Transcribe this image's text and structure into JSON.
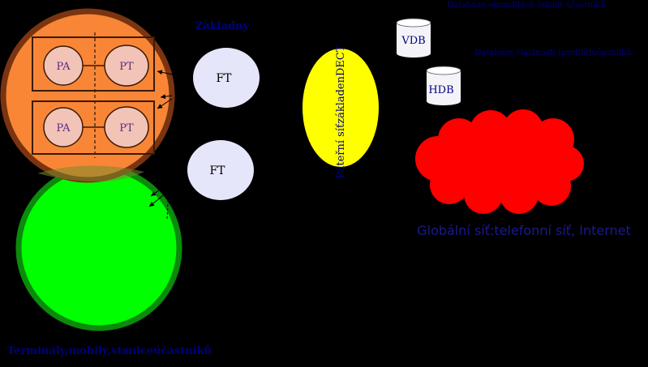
{
  "labels": {
    "top_heading": "Základny",
    "ft_upper": "FT",
    "ft_lower": "FT",
    "backbone": "Páteřní síťzákladenDECT",
    "vdb": "VDB",
    "vdb_caption": "Databáze okamžitých lokalit účastníků",
    "hdb": "HDB",
    "hdb_caption": "Databáze vlastností (profilů)účastníků",
    "global_network": "Globální síť:telefonní síť, Internet",
    "terminals_caption": "Terminály,mobily,staniceúčastníků",
    "pa_top": "PA",
    "pt_top": "PT",
    "pa_bottom": "PA",
    "pt_bottom": "PT"
  },
  "colors": {
    "background": "#000000",
    "orange_cell": "#f98636",
    "orange_border": "#7a3410",
    "green_cell": "#00ff00",
    "green_border": "#0b8a0b",
    "ft_fill": "#e6e6fa",
    "backbone_fill": "#ffff00",
    "cloud_fill": "#ff0000",
    "terminal_fill": "#f2c4b8",
    "dark_blue_text": "#000080",
    "global_text": "#1a1a8c"
  }
}
